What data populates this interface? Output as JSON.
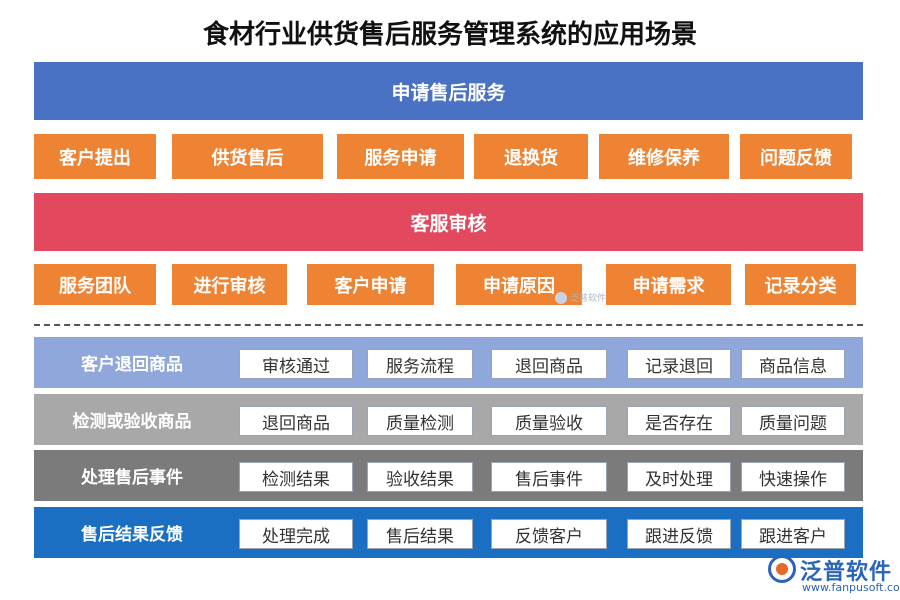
{
  "title": "食材行业供货售后服务管理系统的应用场景",
  "apply_band": "申请售后服务",
  "row1": [
    "客户提出",
    "供货售后",
    "服务申请",
    "退换货",
    "维修保养",
    "问题反馈"
  ],
  "review_band": "客服审核",
  "row2": [
    "服务团队",
    "进行审核",
    "客户申请",
    "申请原因",
    "申请需求",
    "记录分类"
  ],
  "stages": [
    {
      "label": "客户退回商品",
      "items": [
        "审核通过",
        "服务流程",
        "退回商品",
        "记录退回",
        "商品信息"
      ]
    },
    {
      "label": "检测或验收商品",
      "items": [
        "退回商品",
        "质量检测",
        "质量验收",
        "是否存在",
        "质量问题"
      ]
    },
    {
      "label": "处理售后事件",
      "items": [
        "检测结果",
        "验收结果",
        "售后事件",
        "及时处理",
        "快速操作"
      ]
    },
    {
      "label": "售后结果反馈",
      "items": [
        "处理完成",
        "售后结果",
        "反馈客户",
        "跟进反馈",
        "跟进客户"
      ]
    }
  ],
  "watermark_center": "泛普软件",
  "logo": {
    "name": "泛普软件",
    "url": "www.fanpusoft.com"
  }
}
